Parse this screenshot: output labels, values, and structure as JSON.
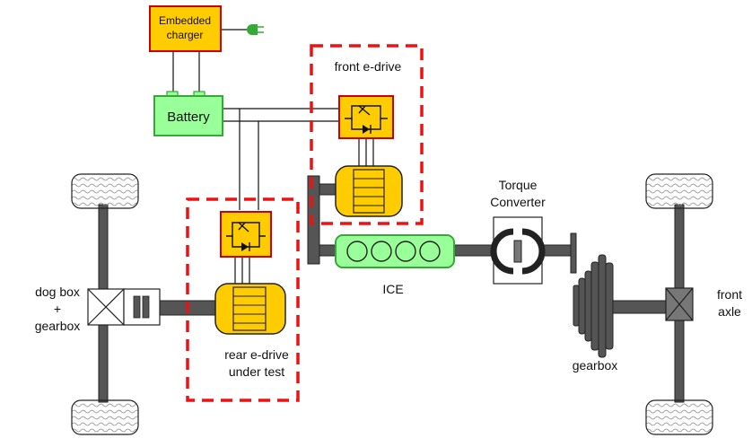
{
  "labels": {
    "embedded_charger_line1": "Embedded",
    "embedded_charger_line2": "charger",
    "battery": "Battery",
    "front_edrive": "front e-drive",
    "rear_edrive_line1": "rear e-drive",
    "rear_edrive_line2": "under test",
    "torque_converter_line1": "Torque",
    "torque_converter_line2": "Converter",
    "ice": "ICE",
    "dog_box_line1": "dog box",
    "dog_box_line2": "+",
    "dog_box_line3": "gearbox",
    "gearbox": "gearbox",
    "front_axle_line1": "front",
    "front_axle_line2": "axle"
  },
  "colors": {
    "component_yellow": "#ffcc00",
    "component_border": "#cc0000",
    "battery_green": "#99ff99",
    "battery_border": "#33aa33",
    "highlight_dash": "#ee1111",
    "shaft_gray": "#555555",
    "plug_green": "#33aa33"
  }
}
